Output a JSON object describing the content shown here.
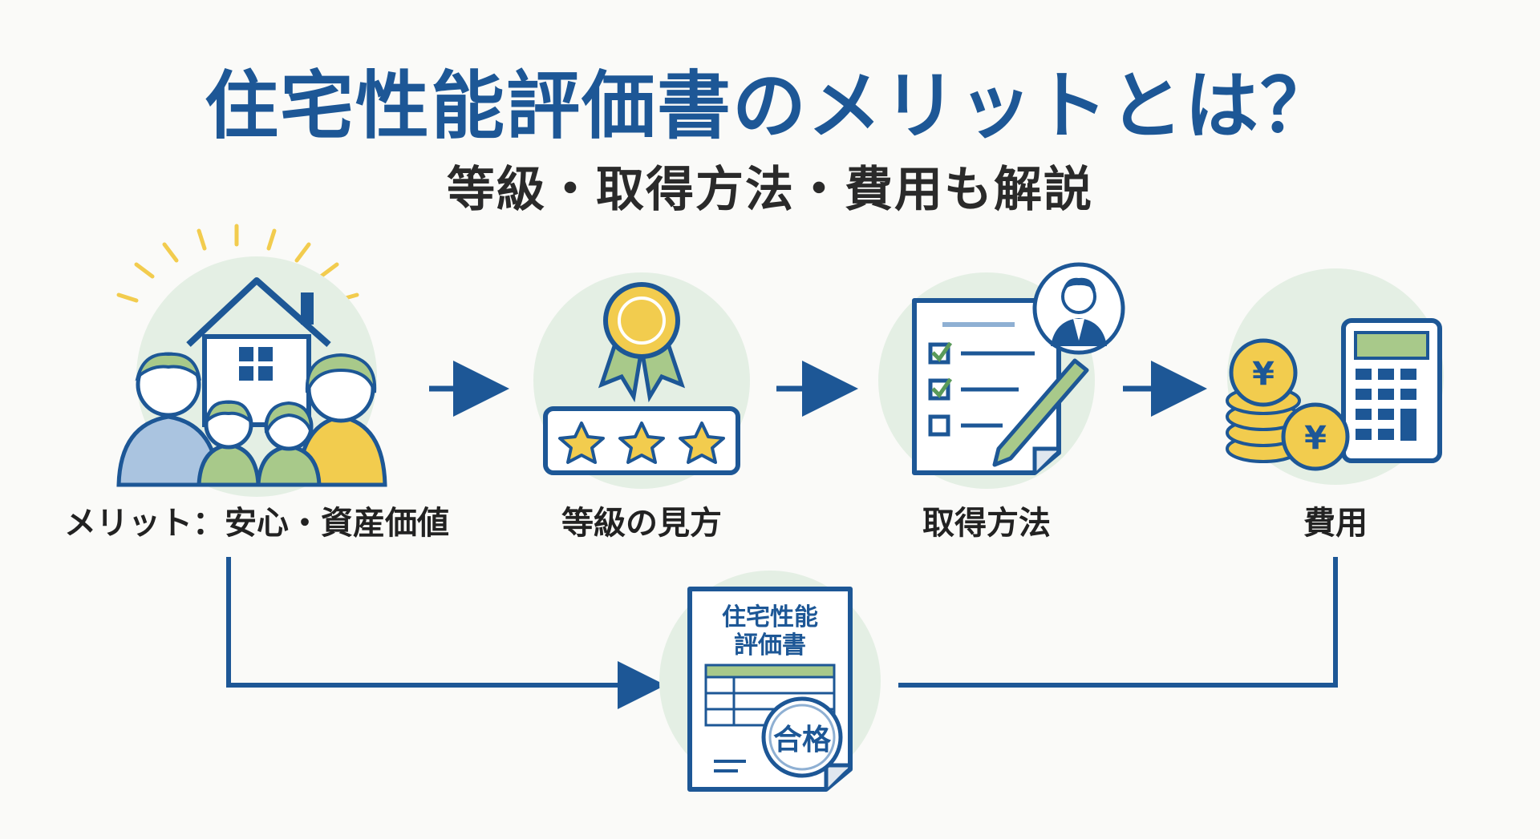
{
  "header": {
    "title": "住宅性能評価書のメリットとは？",
    "subtitle": "等級・取得方法・費用も解説"
  },
  "steps": [
    {
      "label": "メリット：安心・資産価値",
      "icon": "family-house-icon"
    },
    {
      "label": "等級の見方",
      "icon": "award-stars-icon"
    },
    {
      "label": "取得方法",
      "icon": "checklist-expert-icon"
    },
    {
      "label": "費用",
      "icon": "coins-calculator-icon"
    }
  ],
  "certificate": {
    "line1": "住宅性能",
    "line2": "評価書",
    "stamp": "合格",
    "stamp_symbol": "¥"
  },
  "colors": {
    "primary_blue": "#1d5796",
    "soft_green": "#e4efe4",
    "accent_yellow": "#f2cc4e",
    "ink": "#2a2a2a"
  }
}
